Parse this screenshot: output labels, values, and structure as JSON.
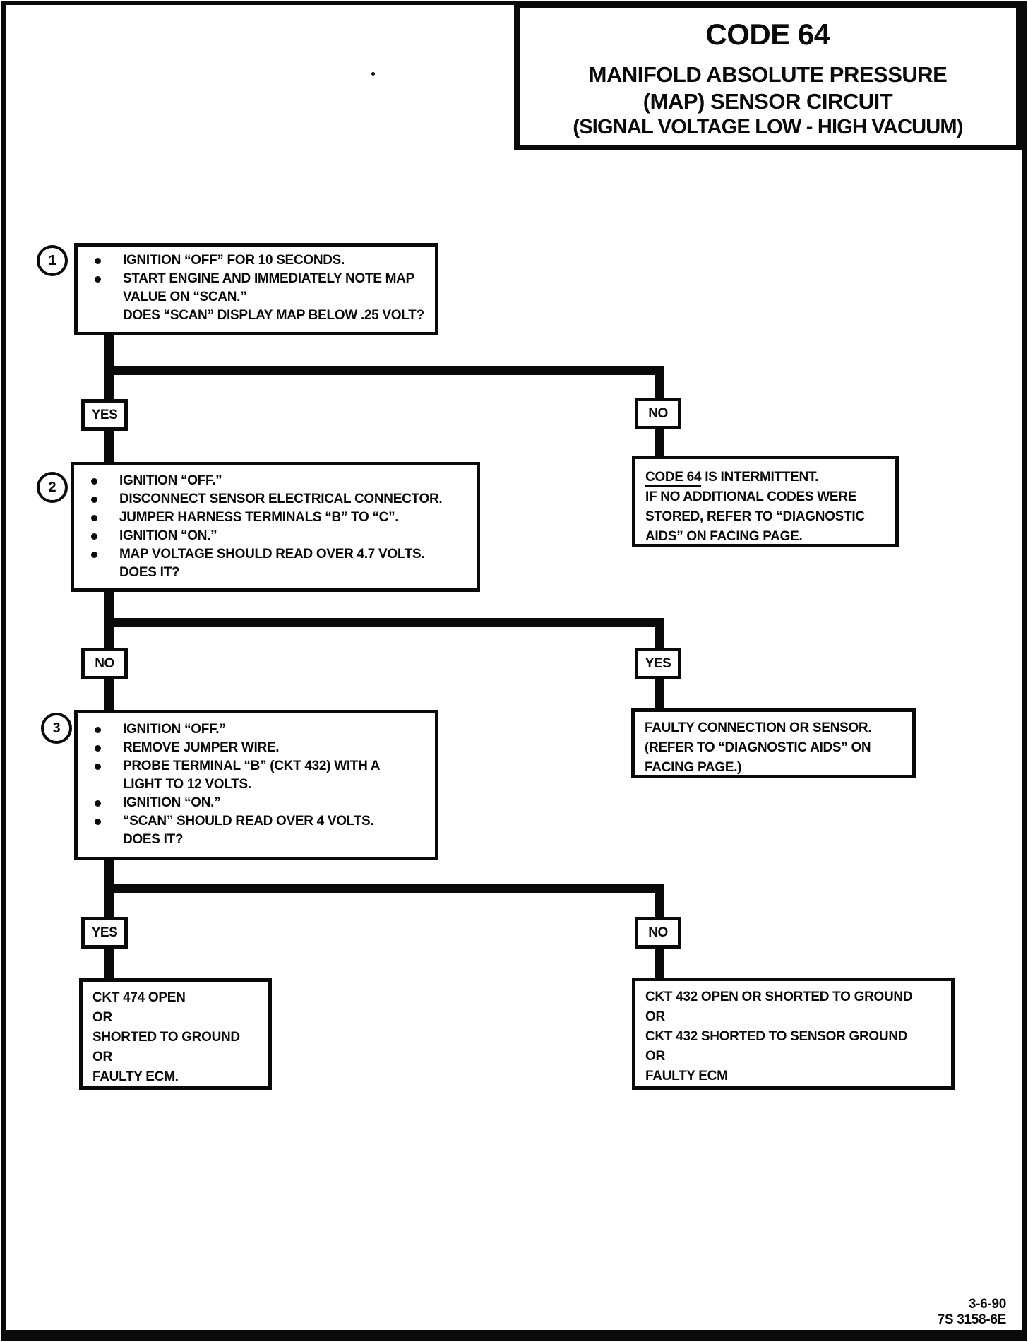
{
  "title": {
    "code": "CODE 64",
    "line1": "MANIFOLD ABSOLUTE PRESSURE",
    "line2": "(MAP) SENSOR CIRCUIT",
    "line3": "(SIGNAL VOLTAGE LOW - HIGH VACUUM)"
  },
  "steps": {
    "step1": {
      "number": "1",
      "rows": [
        {
          "t": "IGNITION “OFF” FOR 10 SECONDS."
        },
        {
          "t": "START ENGINE AND IMMEDIATELY NOTE MAP"
        },
        {
          "t": "VALUE ON “SCAN.”"
        },
        {
          "t": "DOES “SCAN” DISPLAY MAP BELOW .25 VOLT?"
        }
      ]
    },
    "step2": {
      "number": "2",
      "rows": [
        {
          "t": "IGNITION “OFF.”"
        },
        {
          "t": "DISCONNECT SENSOR ELECTRICAL CONNECTOR."
        },
        {
          "t": "JUMPER HARNESS TERMINALS “B” TO “C”."
        },
        {
          "t": "IGNITION “ON.”"
        },
        {
          "t": "MAP VOLTAGE SHOULD READ OVER 4.7 VOLTS."
        },
        {
          "t": "DOES IT?"
        }
      ]
    },
    "step3": {
      "number": "3",
      "rows": [
        {
          "t": "IGNITION “OFF.”"
        },
        {
          "t": "REMOVE JUMPER WIRE."
        },
        {
          "t": "PROBE TERMINAL “B” (CKT 432) WITH A"
        },
        {
          "t": "LIGHT TO 12 VOLTS."
        },
        {
          "t": "IGNITION “ON.”"
        },
        {
          "t": "“SCAN” SHOULD READ OVER 4 VOLTS."
        },
        {
          "t": "DOES IT?"
        }
      ]
    }
  },
  "labels": {
    "branch1_left": "YES",
    "branch1_right": "NO",
    "branch2_left": "NO",
    "branch2_right": "YES",
    "branch3_left": "YES",
    "branch3_right": "NO"
  },
  "outcomes": {
    "intermittent": {
      "underlined": "CODE 64",
      "line1_rest": " IS INTERMITTENT.",
      "line2": "IF NO ADDITIONAL CODES WERE",
      "line3": "STORED, REFER TO “DIAGNOSTIC",
      "line4": "AIDS” ON FACING PAGE."
    },
    "faulty_sensor": {
      "line1": "FAULTY CONNECTION OR SENSOR.",
      "line2": "(REFER TO “DIAGNOSTIC AIDS” ON",
      "line3": "FACING PAGE.)"
    },
    "ckt474": {
      "line1": "CKT 474 OPEN",
      "line2": "OR",
      "line3": "SHORTED TO GROUND",
      "line4": "OR",
      "line5": "FAULTY ECM."
    },
    "ckt432": {
      "line1": "CKT 432 OPEN OR SHORTED TO GROUND",
      "line2": "OR",
      "line3": "CKT 432 SHORTED TO SENSOR GROUND",
      "line4": "OR",
      "line5": "FAULTY ECM"
    }
  },
  "footer": {
    "date": "3-6-90",
    "form_number": "7S 3158-6E"
  },
  "colors": {
    "ink": "#0a0a0a",
    "paper": "#ffffff"
  }
}
